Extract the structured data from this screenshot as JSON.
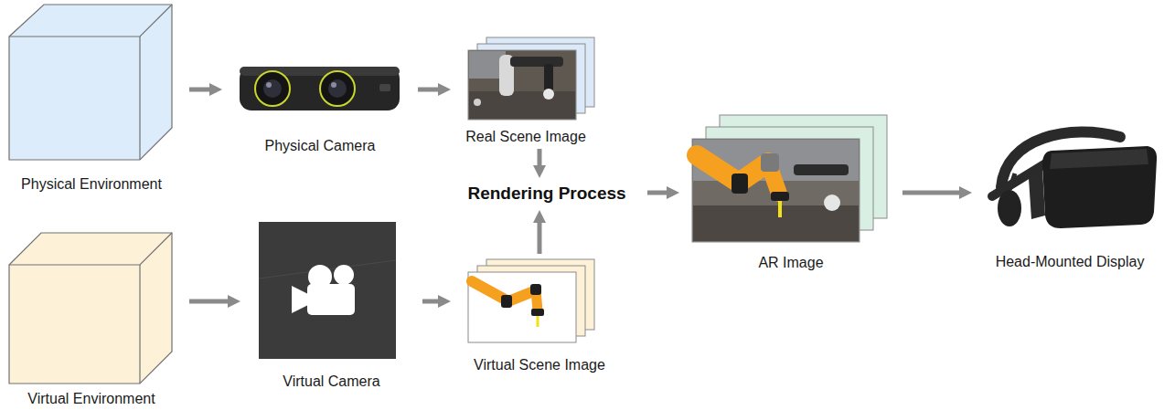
{
  "diagram": {
    "nodes": [
      {
        "text": [
          "Physical Environment"
        ]
      },
      {
        "text": [
          "Physical Camera"
        ]
      },
      {
        "text": [
          "Real Scene Image"
        ]
      },
      {
        "text": [
          "Rendering Process"
        ]
      },
      {
        "text": [
          "AR Image"
        ]
      },
      {
        "text": [
          "Head-Mounted Display"
        ]
      },
      {
        "text": [
          "Virtual Environment"
        ]
      },
      {
        "text": [
          "Virtual Camera"
        ]
      },
      {
        "text": [
          "Virtual Scene Image"
        ]
      }
    ],
    "edges": [
      {
        "from": 0,
        "to": 1,
        "arrow": "to"
      },
      {
        "from": 1,
        "to": 2,
        "arrow": "to"
      },
      {
        "from": 2,
        "to": 3,
        "arrow": "to"
      },
      {
        "from": 3,
        "to": 4,
        "arrow": "to"
      },
      {
        "from": 4,
        "to": 5,
        "arrow": "to"
      },
      {
        "from": 6,
        "to": 7,
        "arrow": "to"
      },
      {
        "from": 7,
        "to": 8,
        "arrow": "to"
      },
      {
        "from": 8,
        "to": 3,
        "arrow": "to"
      }
    ]
  }
}
